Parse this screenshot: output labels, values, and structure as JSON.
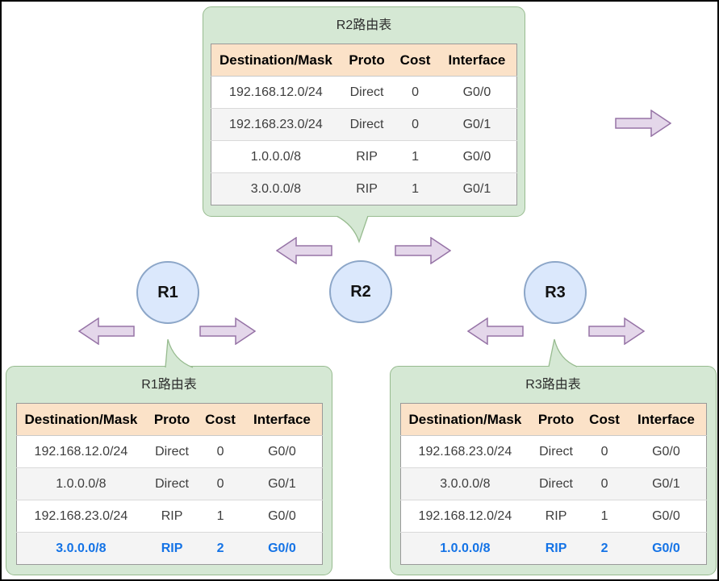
{
  "colors": {
    "callout_fill": "#d5e8d4",
    "callout_border": "#97bb8f",
    "table_header_fill": "#fbe2c8",
    "table_border": "#999999",
    "row_alt_fill": "#f4f4f4",
    "router_fill": "#dbe8fc",
    "router_border": "#8ca6c8",
    "arrow_fill": "#e4d7ea",
    "arrow_border": "#9673a6",
    "highlight_text": "#1473e6"
  },
  "routers": [
    {
      "id": "r1",
      "label": "R1"
    },
    {
      "id": "r2",
      "label": "R2"
    },
    {
      "id": "r3",
      "label": "R3"
    }
  ],
  "tables": [
    {
      "id": "r2",
      "title": "R2路由表",
      "columns": [
        "Destination/Mask",
        "Proto",
        "Cost",
        "Interface"
      ],
      "rows": [
        {
          "cells": [
            "192.168.12.0/24",
            "Direct",
            "0",
            "G0/0"
          ],
          "highlight": false
        },
        {
          "cells": [
            "192.168.23.0/24",
            "Direct",
            "0",
            "G0/1"
          ],
          "highlight": false
        },
        {
          "cells": [
            "1.0.0.0/8",
            "RIP",
            "1",
            "G0/0"
          ],
          "highlight": false
        },
        {
          "cells": [
            "3.0.0.0/8",
            "RIP",
            "1",
            "G0/1"
          ],
          "highlight": false
        }
      ]
    },
    {
      "id": "r1",
      "title": "R1路由表",
      "columns": [
        "Destination/Mask",
        "Proto",
        "Cost",
        "Interface"
      ],
      "rows": [
        {
          "cells": [
            "192.168.12.0/24",
            "Direct",
            "0",
            "G0/0"
          ],
          "highlight": false
        },
        {
          "cells": [
            "1.0.0.0/8",
            "Direct",
            "0",
            "G0/1"
          ],
          "highlight": false
        },
        {
          "cells": [
            "192.168.23.0/24",
            "RIP",
            "1",
            "G0/0"
          ],
          "highlight": false
        },
        {
          "cells": [
            "3.0.0.0/8",
            "RIP",
            "2",
            "G0/0"
          ],
          "highlight": true
        }
      ]
    },
    {
      "id": "r3",
      "title": "R3路由表",
      "columns": [
        "Destination/Mask",
        "Proto",
        "Cost",
        "Interface"
      ],
      "rows": [
        {
          "cells": [
            "192.168.23.0/24",
            "Direct",
            "0",
            "G0/0"
          ],
          "highlight": false
        },
        {
          "cells": [
            "3.0.0.0/8",
            "Direct",
            "0",
            "G0/1"
          ],
          "highlight": false
        },
        {
          "cells": [
            "192.168.12.0/24",
            "RIP",
            "1",
            "G0/0"
          ],
          "highlight": false
        },
        {
          "cells": [
            "1.0.0.0/8",
            "RIP",
            "2",
            "G0/0"
          ],
          "highlight": true
        }
      ]
    }
  ]
}
